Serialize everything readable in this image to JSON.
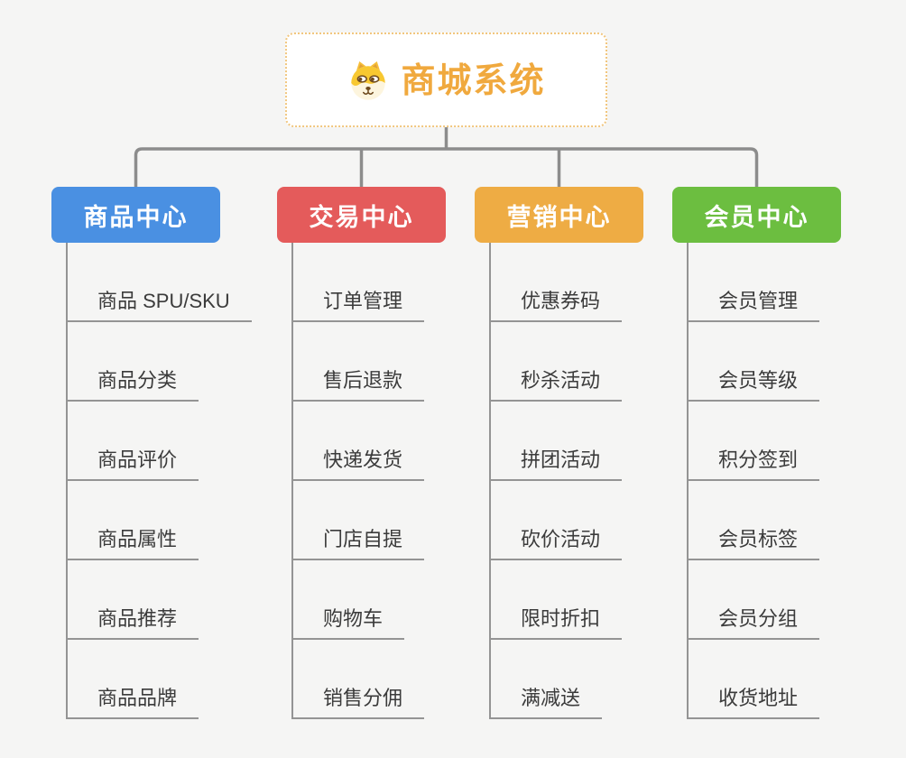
{
  "root": {
    "label": "商城系统",
    "icon": "dog-icon",
    "text_color": "#F0A93E",
    "border_color": "#F1C67E"
  },
  "connector_color": "#8C8C8C",
  "branches": [
    {
      "label": "商品中心",
      "color": "#4A90E2",
      "items": [
        "商品 SPU/SKU",
        "商品分类",
        "商品评价",
        "商品属性",
        "商品推荐",
        "商品品牌"
      ]
    },
    {
      "label": "交易中心",
      "color": "#E45B5B",
      "items": [
        "订单管理",
        "售后退款",
        "快递发货",
        "门店自提",
        "购物车",
        "销售分佣"
      ]
    },
    {
      "label": "营销中心",
      "color": "#EEAC44",
      "items": [
        "优惠券码",
        "秒杀活动",
        "拼团活动",
        "砍价活动",
        "限时折扣",
        "满减送"
      ]
    },
    {
      "label": "会员中心",
      "color": "#6CBE40",
      "items": [
        "会员管理",
        "会员等级",
        "积分签到",
        "会员标签",
        "会员分组",
        "收货地址"
      ]
    }
  ]
}
